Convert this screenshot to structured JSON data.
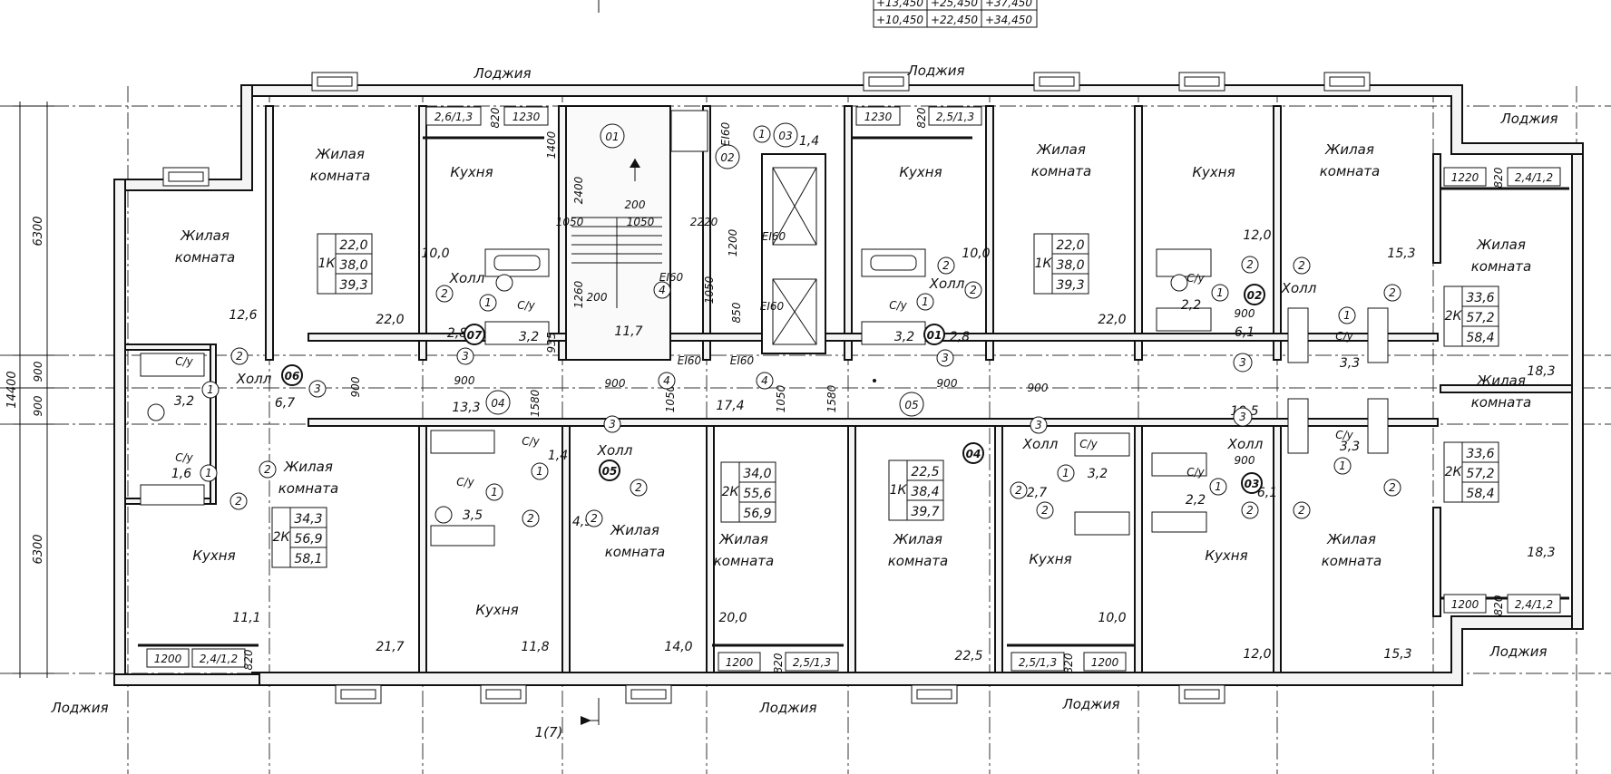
{
  "levels": [
    "+13,450",
    "+25,450",
    "+37,450",
    "+10,450",
    "+22,450",
    "+34,450"
  ],
  "room_labels": {
    "loggia": "Лоджия",
    "living_line1": "Жилая",
    "living_line2": "комната",
    "kitchen": "Кухня",
    "hall": "Холл",
    "bathroom": "С/у"
  },
  "apartments": [
    {
      "type": "1К",
      "v1": "22,0",
      "v2": "38,0",
      "v3": "39,3"
    },
    {
      "type": "1К",
      "v1": "22,0",
      "v2": "38,0",
      "v3": "39,3"
    },
    {
      "type": "2К",
      "v1": "33,6",
      "v2": "57,2",
      "v3": "58,4"
    },
    {
      "type": "2К",
      "v1": "34,3",
      "v2": "56,9",
      "v3": "58,1"
    },
    {
      "type": "2К",
      "v1": "34,0",
      "v2": "55,6",
      "v3": "56,9"
    },
    {
      "type": "1К",
      "v1": "22,5",
      "v2": "38,4",
      "v3": "39,7"
    },
    {
      "type": "2К",
      "v1": "33,6",
      "v2": "57,2",
      "v3": "58,4"
    }
  ],
  "areas": {
    "a_12_6": "12,6",
    "a_22_0": "22,0",
    "a_10_0": "10,0",
    "a_2_8": "2,8",
    "a_3_2": "3,2",
    "a_11_7": "11,7",
    "a_6_7": "6,7",
    "a_1_6": "1,6",
    "a_13_3": "13,3",
    "a_1_4": "1,4",
    "a_3_5": "3,5",
    "a_4_9": "4,9",
    "a_17_4": "17,4",
    "a_11_1": "11,1",
    "a_21_7": "21,7",
    "a_11_8": "11,8",
    "a_14_0": "14,0",
    "a_20_0": "20,0",
    "a_22_5": "22,5",
    "a_12_0": "12,0",
    "a_15_3": "15,3",
    "a_6_1": "6,1",
    "a_3_3": "3,3",
    "a_18_3": "18,3",
    "a_19_5": "19,5",
    "a_2_2": "2,2",
    "a_2_7": "2,7",
    "a_1_4b": "1,4"
  },
  "dims": {
    "d_6300": "6300",
    "d_14400": "14400",
    "d_900": "900",
    "d_2_6_1_3": "2,6/1,3",
    "d_820": "820",
    "d_1230": "1230",
    "d_2_5_1_3": "2,5/1,3",
    "d_1220": "1220",
    "d_2_4_1_2": "2,4/1,2",
    "d_1200": "1200",
    "d_1400": "1400",
    "d_2400": "2400",
    "d_200": "200",
    "d_1050": "1050",
    "d_2220": "2220",
    "d_1260": "1260",
    "d_935": "935",
    "d_850": "850",
    "d_1580": "1580",
    "ei60": "EI60",
    "section_mark": "1(7)"
  },
  "markers": {
    "m01": "01",
    "m02": "02",
    "m03": "03",
    "m04": "04",
    "m05": "05",
    "m06": "06",
    "m07": "07",
    "n1": "1",
    "n2": "2",
    "n3": "3",
    "n4": "4"
  }
}
